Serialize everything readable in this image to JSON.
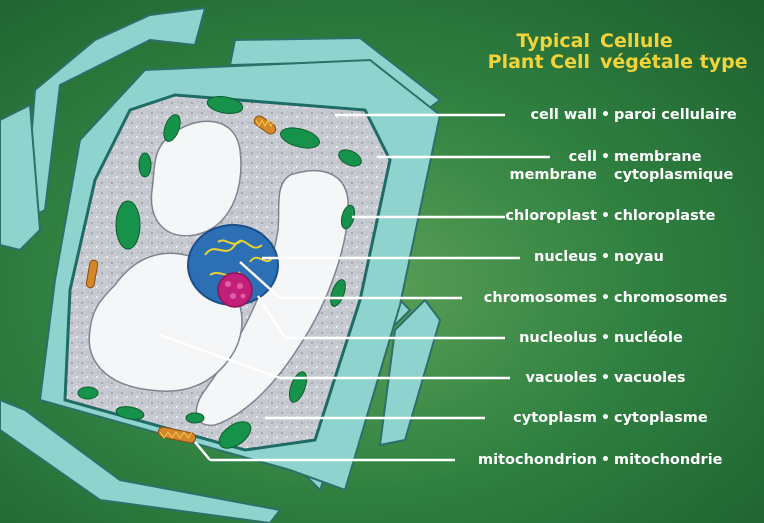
{
  "title": {
    "en": [
      "Typical",
      "Plant Cell"
    ],
    "fr": [
      "Cellule",
      "végétale type"
    ]
  },
  "labels": [
    {
      "en": [
        "cell wall"
      ],
      "fr": [
        "paroi cellulaire"
      ]
    },
    {
      "en": [
        "cell",
        "membrane"
      ],
      "fr": [
        "membrane",
        "cytoplasmique"
      ]
    },
    {
      "en": [
        "chloroplast"
      ],
      "fr": [
        "chloroplaste"
      ]
    },
    {
      "en": [
        "nucleus"
      ],
      "fr": [
        "noyau"
      ]
    },
    {
      "en": [
        "chromosomes"
      ],
      "fr": [
        "chromosomes"
      ]
    },
    {
      "en": [
        "nucleolus"
      ],
      "fr": [
        "nucléole"
      ]
    },
    {
      "en": [
        "vacuoles"
      ],
      "fr": [
        "vacuoles"
      ]
    },
    {
      "en": [
        "cytoplasm"
      ],
      "fr": [
        "cytoplasme"
      ]
    },
    {
      "en": [
        "mitochondrion"
      ],
      "fr": [
        "mitochondrie"
      ]
    }
  ],
  "bullet": "•",
  "colors": {
    "background": "#2e7a3a",
    "cell_wall": "#8fd3cf",
    "membrane": "#1f6c67",
    "cytoplasm": "#c9cdd3",
    "vacuole": "#f4f6f8",
    "chloroplast": "#17924a",
    "nucleus": "#2c6fb5",
    "chromosome": "#e8d230",
    "nucleolus": "#c21f7a",
    "mitochondrion": "#d5882a",
    "title": "#f2d33a",
    "label": "#ffffff"
  }
}
